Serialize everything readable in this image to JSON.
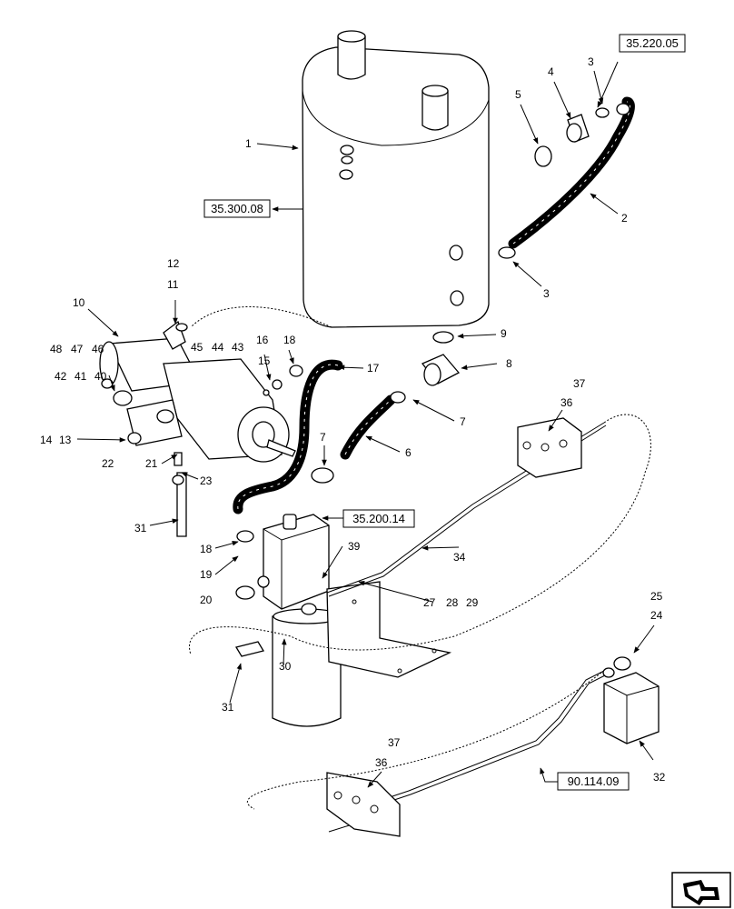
{
  "references": [
    {
      "id": "ref-35-220-05",
      "text": "35.220.05"
    },
    {
      "id": "ref-35-300-08",
      "text": "35.300.08"
    },
    {
      "id": "ref-35-200-14",
      "text": "35.200.14"
    },
    {
      "id": "ref-90-114-09",
      "text": "90.114.09"
    }
  ],
  "callouts": {
    "c1": "1",
    "c2": "2",
    "c3a": "3",
    "c3b": "3",
    "c4": "4",
    "c5": "5",
    "c6": "6",
    "c7a": "7",
    "c7b": "7",
    "c8": "8",
    "c9": "9",
    "c10": "10",
    "c11": "11",
    "c12": "12",
    "c13": "13",
    "c14": "14",
    "c15": "15",
    "c16": "16",
    "c17": "17",
    "c18a": "18",
    "c18b": "18",
    "c19": "19",
    "c20": "20",
    "c21": "21",
    "c22": "22",
    "c23": "23",
    "c24": "24",
    "c25": "25",
    "c27": "27",
    "c28": "28",
    "c29": "29",
    "c30": "30",
    "c31a": "31",
    "c31b": "31",
    "c32": "32",
    "c34": "34",
    "c36a": "36",
    "c36b": "36",
    "c37a": "37",
    "c37b": "37",
    "c39": "39",
    "c40": "40",
    "c41": "41",
    "c42": "42",
    "c43": "43",
    "c44": "44",
    "c45": "45",
    "c46": "46",
    "c47": "47",
    "c48": "48"
  },
  "nav": {
    "icon": "next-page-arrow-icon"
  }
}
